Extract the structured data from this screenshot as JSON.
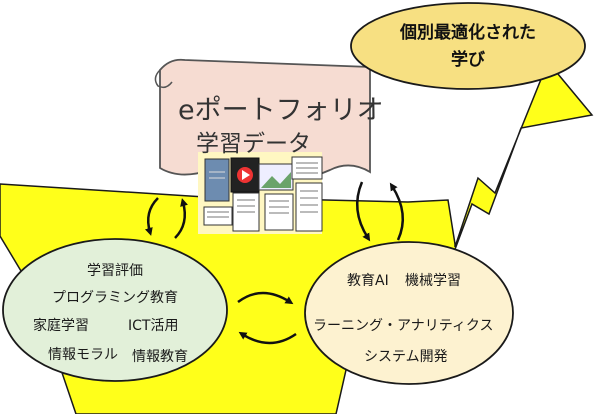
{
  "banner": {
    "title": "eポートフォリオ",
    "subtitle": "学習データ"
  },
  "goal_bubble": {
    "line1": "個別最適化された",
    "line2": "学び"
  },
  "left_ellipse": {
    "items": [
      "学習評価",
      "プログラミング教育",
      "家庭学習",
      "ICT活用",
      "情報モラル",
      "情報教育"
    ]
  },
  "right_ellipse": {
    "items": [
      "教育AI",
      "機械学習",
      "ラーニング・アナリティクス",
      "システム開発"
    ]
  },
  "colors": {
    "arrow_fill": "#ffff1a",
    "banner_fill": "#f6dcd2",
    "goal_fill": "#f7e082",
    "left_fill": "#e2f0d9",
    "right_fill": "#fdf2d0",
    "outline": "#1a1a1a"
  }
}
